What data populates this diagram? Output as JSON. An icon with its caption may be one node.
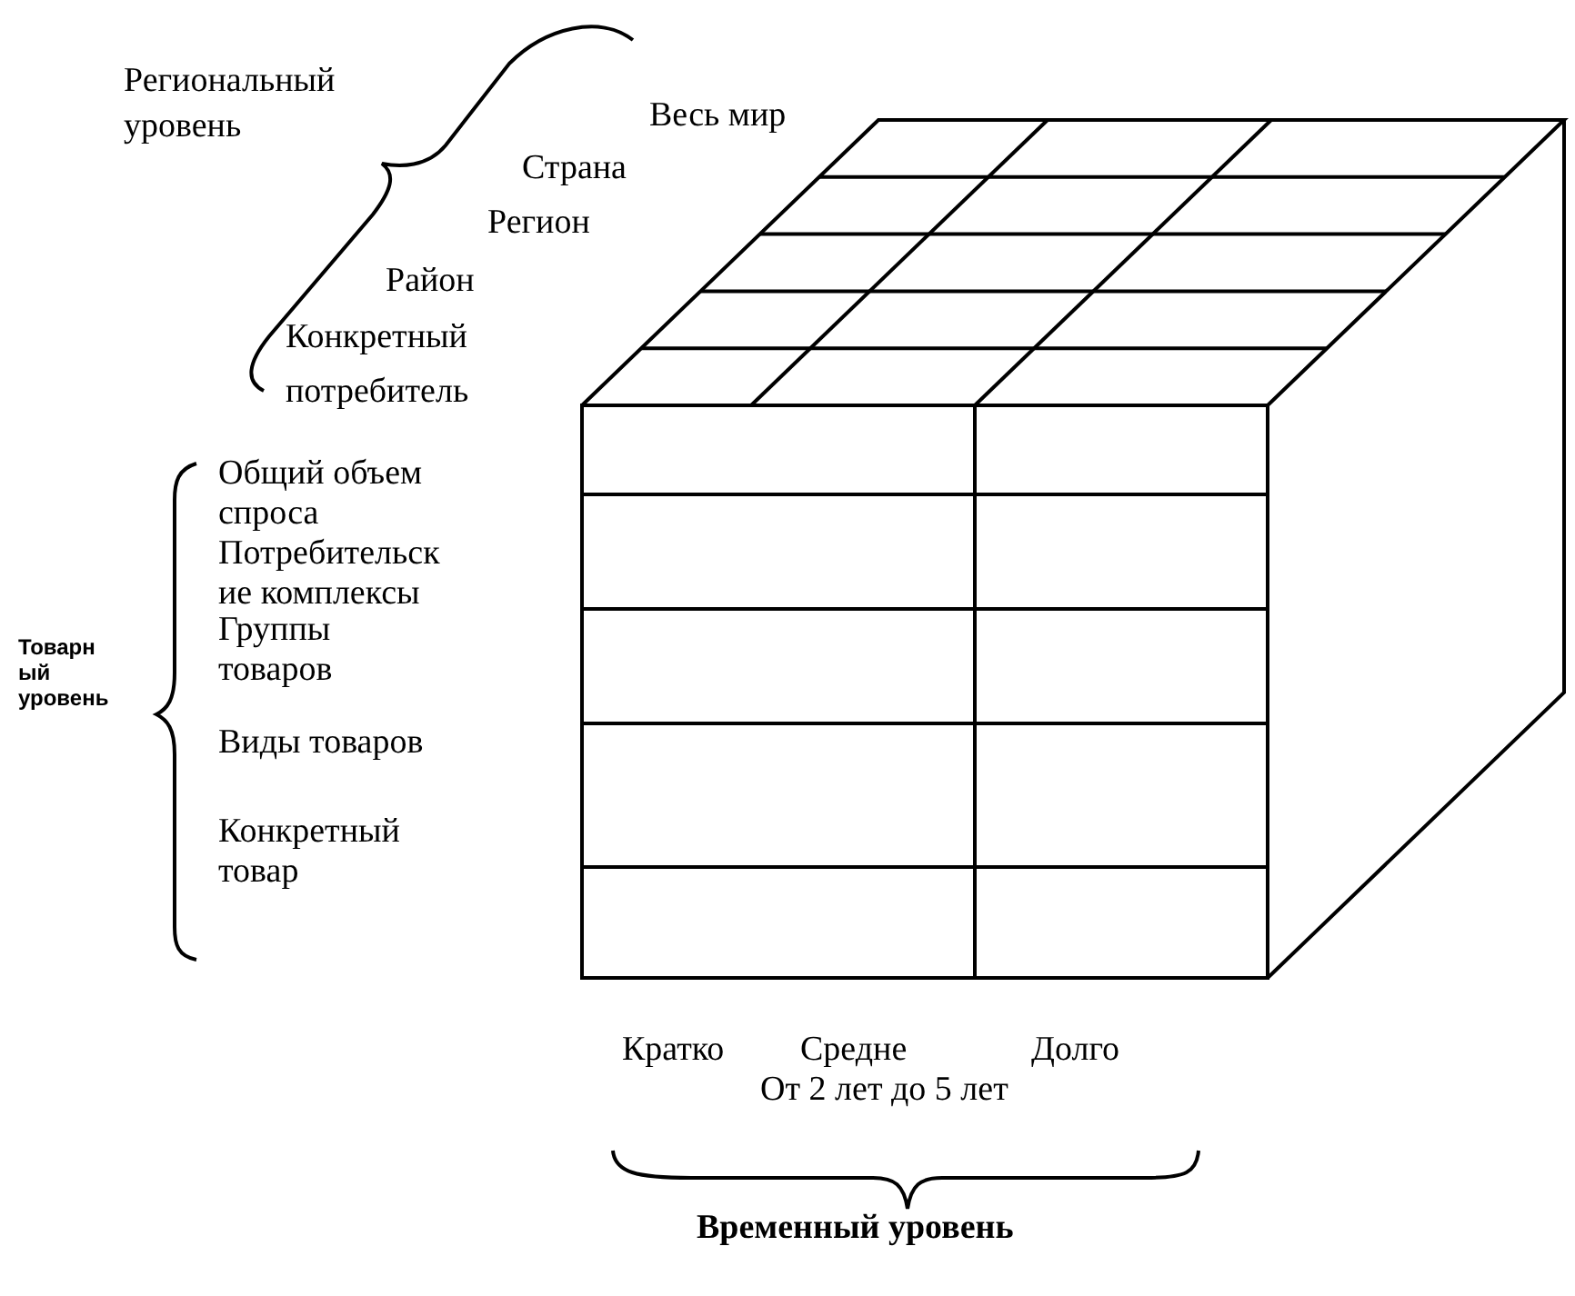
{
  "diagram": {
    "labels": [
      "Региональный уровень",
      "Весь мир",
      "Страна",
      "Регион",
      "Район",
      "Конкретный потребитель",
      "Общий объем спроса",
      "Потребительск ие комплексы",
      "Товарн ый уровень",
      "Группы товаров",
      "Виды товаров",
      "Конкретный товар",
      "Кратко",
      "Средне",
      "Долго",
      "От 2 лет до 5 лет",
      "Временный уровень"
    ]
  }
}
